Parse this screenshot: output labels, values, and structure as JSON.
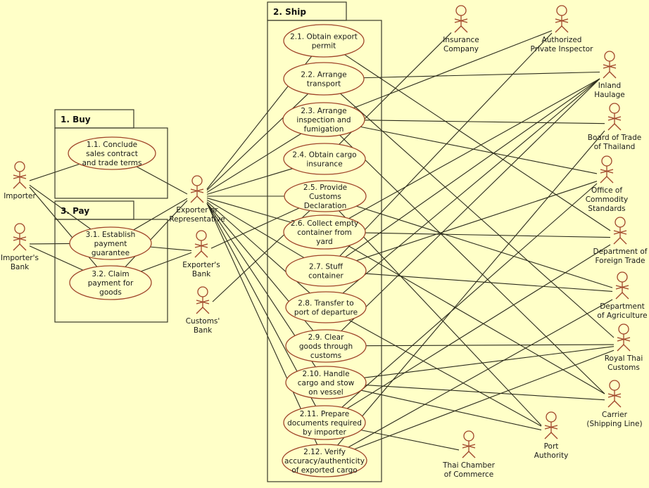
{
  "colors": {
    "background": "#ffffc8",
    "actor_stroke": "#a0452a",
    "usecase_stroke": "#a0452a",
    "line": "#2c2c1c",
    "package_stroke": "#3a3a2a"
  },
  "packages": [
    {
      "id": "buy",
      "title": "1. Buy"
    },
    {
      "id": "pay",
      "title": "3. Pay"
    },
    {
      "id": "ship",
      "title": "2. Ship"
    }
  ],
  "usecases": [
    {
      "id": "uc11",
      "package": "buy",
      "lines": [
        "1.1. Conclude",
        "sales contract",
        "and trade terms"
      ]
    },
    {
      "id": "uc31",
      "package": "pay",
      "lines": [
        "3.1. Establish",
        "payment",
        "guarantee"
      ]
    },
    {
      "id": "uc32",
      "package": "pay",
      "lines": [
        "3.2. Claim",
        "payment for",
        "goods"
      ]
    },
    {
      "id": "uc21",
      "package": "ship",
      "lines": [
        "2.1. Obtain export",
        "permit"
      ]
    },
    {
      "id": "uc22",
      "package": "ship",
      "lines": [
        "2.2. Arrange",
        "transport"
      ]
    },
    {
      "id": "uc23",
      "package": "ship",
      "lines": [
        "2.3. Arrange",
        "inspection and",
        "fumigation"
      ]
    },
    {
      "id": "uc24",
      "package": "ship",
      "lines": [
        "2.4. Obtain cargo",
        "insurance"
      ]
    },
    {
      "id": "uc25",
      "package": "ship",
      "lines": [
        "2.5. Provide",
        "Customs",
        "Declaration"
      ]
    },
    {
      "id": "uc26",
      "package": "ship",
      "lines": [
        "2.6. Collect empty",
        "container from",
        "yard"
      ]
    },
    {
      "id": "uc27",
      "package": "ship",
      "lines": [
        "2.7. Stuff",
        "container"
      ]
    },
    {
      "id": "uc28",
      "package": "ship",
      "lines": [
        "2.8. Transfer to",
        "port of departure"
      ]
    },
    {
      "id": "uc29",
      "package": "ship",
      "lines": [
        "2.9. Clear",
        "goods through",
        "customs"
      ]
    },
    {
      "id": "uc210",
      "package": "ship",
      "lines": [
        "2.10. Handle",
        "cargo and stow",
        "on vessel"
      ]
    },
    {
      "id": "uc211",
      "package": "ship",
      "lines": [
        "2.11. Prepare",
        "documents required",
        "by importer"
      ]
    },
    {
      "id": "uc212",
      "package": "ship",
      "lines": [
        "2.12. Verify",
        "accuracy/authenticity",
        "of exported cargo"
      ]
    }
  ],
  "actors": [
    {
      "id": "importer",
      "lines": [
        "Importer"
      ]
    },
    {
      "id": "importers_bank",
      "lines": [
        "Importer's",
        "Bank"
      ]
    },
    {
      "id": "exporter",
      "lines": [
        "Exporter or",
        "Representative"
      ]
    },
    {
      "id": "exporters_bank",
      "lines": [
        "Exporter's",
        "Bank"
      ]
    },
    {
      "id": "customs_bank",
      "lines": [
        "Customs'",
        "Bank"
      ]
    },
    {
      "id": "insurance",
      "lines": [
        "Insurance",
        "Company"
      ]
    },
    {
      "id": "inspector",
      "lines": [
        "Authorized",
        "Private Inspector"
      ]
    },
    {
      "id": "haulage",
      "lines": [
        "Inland",
        "Haulage"
      ]
    },
    {
      "id": "board_trade",
      "lines": [
        "Board of Trade",
        "of Thailand"
      ]
    },
    {
      "id": "ocs",
      "lines": [
        "Office of",
        "Commodity",
        "Standards"
      ]
    },
    {
      "id": "dft",
      "lines": [
        "Department of",
        "Foreign Trade"
      ]
    },
    {
      "id": "doa",
      "lines": [
        "Department",
        "of Agriculture"
      ]
    },
    {
      "id": "customs",
      "lines": [
        "Royal Thai",
        "Customs"
      ]
    },
    {
      "id": "carrier",
      "lines": [
        "Carrier",
        "(Shipping Line)"
      ]
    },
    {
      "id": "port",
      "lines": [
        "Port",
        "Authority"
      ]
    },
    {
      "id": "chamber",
      "lines": [
        "Thai Chamber",
        "of  Commerce"
      ]
    }
  ],
  "associations": [
    [
      "importer",
      "uc11"
    ],
    [
      "importer",
      "uc31"
    ],
    [
      "importer",
      "uc32"
    ],
    [
      "importers_bank",
      "uc31"
    ],
    [
      "importers_bank",
      "uc32"
    ],
    [
      "exporter",
      "uc11"
    ],
    [
      "exporter",
      "uc31"
    ],
    [
      "exporter",
      "uc32"
    ],
    [
      "exporters_bank",
      "uc31"
    ],
    [
      "exporters_bank",
      "uc32"
    ],
    [
      "exporters_bank",
      "uc25"
    ],
    [
      "customs_bank",
      "uc25"
    ],
    [
      "exporter",
      "uc21"
    ],
    [
      "exporter",
      "uc22"
    ],
    [
      "exporter",
      "uc23"
    ],
    [
      "exporter",
      "uc24"
    ],
    [
      "exporter",
      "uc25"
    ],
    [
      "exporter",
      "uc26"
    ],
    [
      "exporter",
      "uc27"
    ],
    [
      "exporter",
      "uc28"
    ],
    [
      "exporter",
      "uc29"
    ],
    [
      "exporter",
      "uc210"
    ],
    [
      "exporter",
      "uc211"
    ],
    [
      "exporter",
      "uc212"
    ],
    [
      "insurance",
      "uc24"
    ],
    [
      "inspector",
      "uc23"
    ],
    [
      "inspector",
      "uc27"
    ],
    [
      "haulage",
      "uc22"
    ],
    [
      "haulage",
      "uc26"
    ],
    [
      "haulage",
      "uc27"
    ],
    [
      "haulage",
      "uc28"
    ],
    [
      "haulage",
      "uc29"
    ],
    [
      "board_trade",
      "uc23"
    ],
    [
      "board_trade",
      "uc212"
    ],
    [
      "ocs",
      "uc23"
    ],
    [
      "ocs",
      "uc27"
    ],
    [
      "ocs",
      "uc211"
    ],
    [
      "dft",
      "uc21"
    ],
    [
      "dft",
      "uc26"
    ],
    [
      "dft",
      "uc211"
    ],
    [
      "doa",
      "uc25"
    ],
    [
      "doa",
      "uc27"
    ],
    [
      "doa",
      "uc212"
    ],
    [
      "customs",
      "uc22"
    ],
    [
      "customs",
      "uc29"
    ],
    [
      "customs",
      "uc210"
    ],
    [
      "customs",
      "uc212"
    ],
    [
      "carrier",
      "uc26"
    ],
    [
      "carrier",
      "uc210"
    ],
    [
      "carrier",
      "uc23"
    ],
    [
      "port",
      "uc28"
    ],
    [
      "port",
      "uc210"
    ],
    [
      "port",
      "uc25"
    ],
    [
      "chamber",
      "uc211"
    ]
  ]
}
